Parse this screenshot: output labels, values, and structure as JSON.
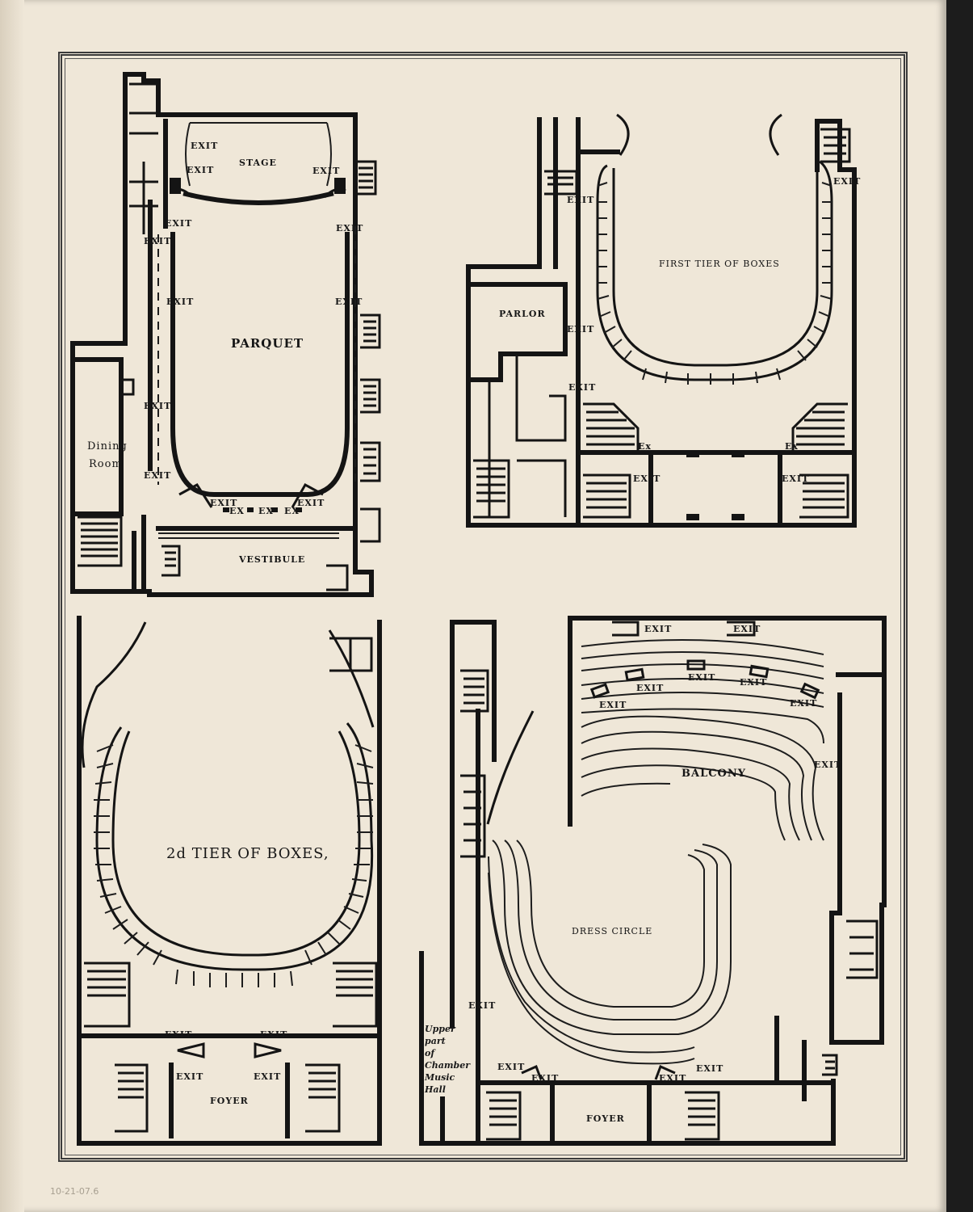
{
  "plans": {
    "parquet": {
      "room_label": "PARQUET",
      "stage_label": "STAGE",
      "vestibule_label": "VESTIBULE",
      "dining_label_1": "Dining",
      "dining_label_2": "Room",
      "exit_label": "EXIT",
      "ex_label": "EX"
    },
    "first_tier": {
      "room_label": "FIRST TIER OF BOXES",
      "parlor_label": "PARLOR",
      "exit_label": "EXIT",
      "ex_label": "Ex"
    },
    "second_tier": {
      "room_label": "2d TIER OF BOXES,",
      "foyer_label": "FOYER",
      "exit_label": "EXIT"
    },
    "balcony": {
      "balcony_label": "BALCONY",
      "dress_circle_label": "DRESS CIRCLE",
      "foyer_label": "FOYER",
      "exit_label": "EXIT",
      "chamber_note_1": "Upper part",
      "chamber_note_2": "of",
      "chamber_note_3": "Chamber",
      "chamber_note_4": "Music",
      "chamber_note_5": "Hall"
    }
  },
  "archive_note": "10-21-07.6"
}
